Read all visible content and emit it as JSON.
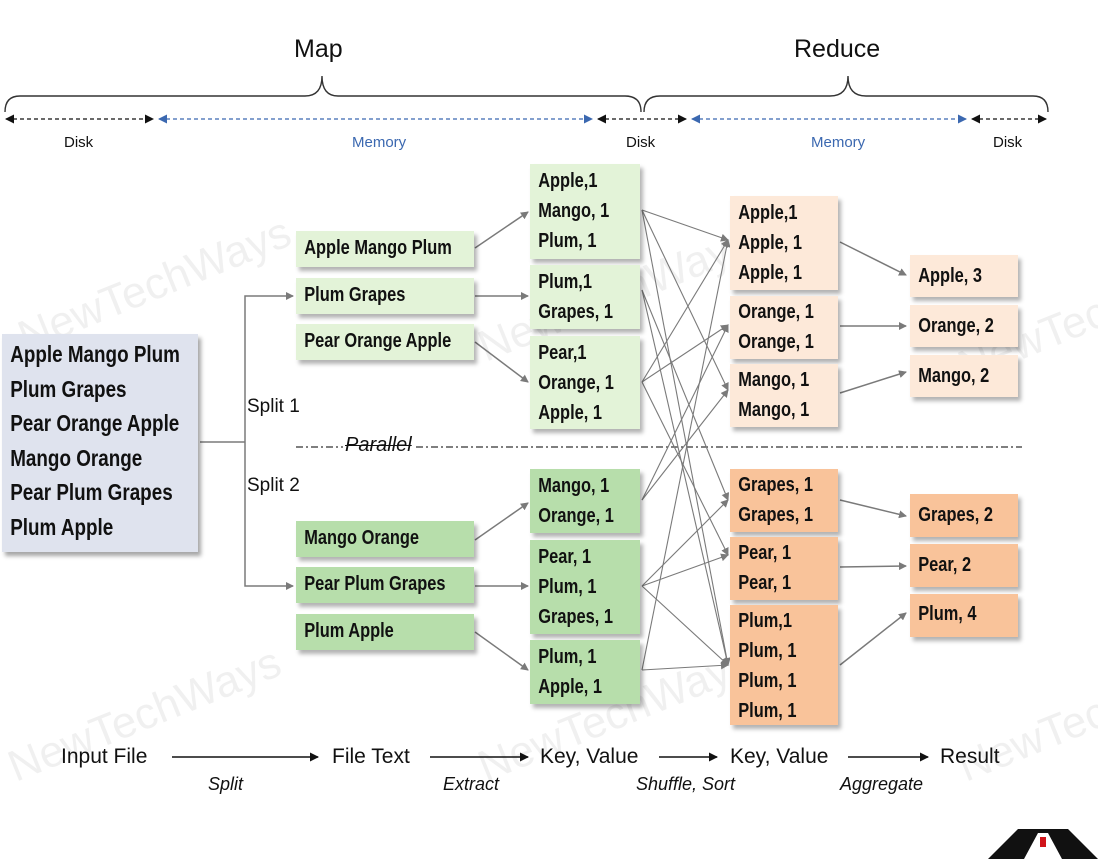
{
  "header": {
    "map_label": "Map",
    "reduce_label": "Reduce"
  },
  "io_labels": [
    "Disk",
    "Memory",
    "Disk",
    "Memory",
    "Disk"
  ],
  "input_file": {
    "lines": [
      "Apple Mango Plum",
      "Plum Grapes",
      "Pear Orange Apple",
      "Mango Orange",
      "Pear Plum Grapes",
      "Plum Apple"
    ]
  },
  "splits": {
    "split1": "Split 1",
    "split2": "Split 2",
    "parallel": "Parallel"
  },
  "file_text": [
    "Apple Mango Plum",
    "Plum Grapes",
    "Pear Orange Apple",
    "Mango Orange",
    "Pear Plum Grapes",
    "Plum Apple"
  ],
  "map_kv": [
    [
      "Apple,1",
      "Mango, 1",
      "Plum, 1"
    ],
    [
      "Plum,1",
      "Grapes, 1"
    ],
    [
      "Pear,1",
      "Orange, 1",
      "Apple, 1"
    ],
    [
      "Mango, 1",
      "Orange, 1"
    ],
    [
      "Pear, 1",
      "Plum, 1",
      "Grapes, 1"
    ],
    [
      "Plum, 1",
      "Apple, 1"
    ]
  ],
  "reduce_kv": [
    [
      "Apple,1",
      "Apple, 1",
      "Apple, 1"
    ],
    [
      "Orange, 1",
      "Orange, 1"
    ],
    [
      "Mango, 1",
      "Mango, 1"
    ],
    [
      "Grapes, 1",
      "Grapes, 1"
    ],
    [
      "Pear, 1",
      "Pear, 1"
    ],
    [
      "Plum,1",
      "Plum, 1",
      "Plum, 1",
      "Plum, 1"
    ]
  ],
  "results": [
    "Apple, 3",
    "Orange, 2",
    "Mango, 2",
    "Grapes, 2",
    "Pear, 2",
    "Plum, 4"
  ],
  "flow": {
    "stages": [
      "Input File",
      "File Text",
      "Key, Value",
      "Key, Value",
      "Result"
    ],
    "steps": [
      "Split",
      "Extract",
      "Shuffle, Sort",
      "Aggregate"
    ]
  },
  "watermark": "NewTechWays",
  "colors": {
    "memory_blue": "#3b68b0",
    "map_green_light": "#e3f3d8",
    "map_green_dark": "#b7deab",
    "reduce_orange_light": "#fde9d9",
    "reduce_orange_dark": "#f9c39a",
    "input_blue": "#dfe3ee"
  }
}
